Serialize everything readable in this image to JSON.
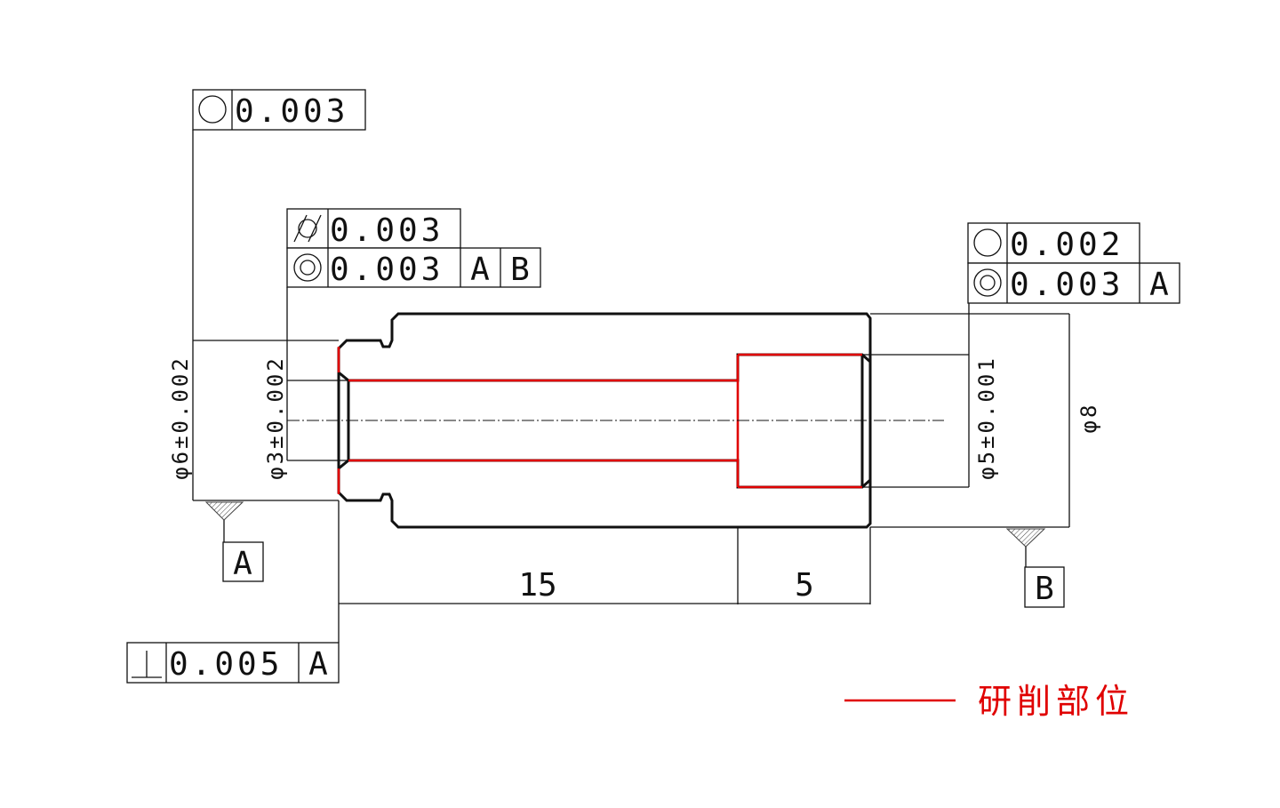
{
  "drawing": {
    "fcf_roundness_left": {
      "value": "0.003"
    },
    "fcf_cylindricity": {
      "value": "0.003"
    },
    "fcf_concentricity_left": {
      "value": "0.003",
      "datum1": "A",
      "datum2": "B"
    },
    "fcf_roundness_right": {
      "value": "0.002"
    },
    "fcf_concentricity_right": {
      "value": "0.003",
      "datum1": "A"
    },
    "fcf_perpendicularity": {
      "value": "0.005",
      "datum1": "A"
    },
    "dims": {
      "d6": "φ6±0.002",
      "d3": "φ3±0.002",
      "d5": "φ5±0.001",
      "d8": "φ8",
      "len15": "15",
      "len5": "5"
    },
    "datums": {
      "a": "A",
      "b": "B"
    },
    "legend": {
      "label": "研削部位",
      "color": "#e00000"
    }
  }
}
